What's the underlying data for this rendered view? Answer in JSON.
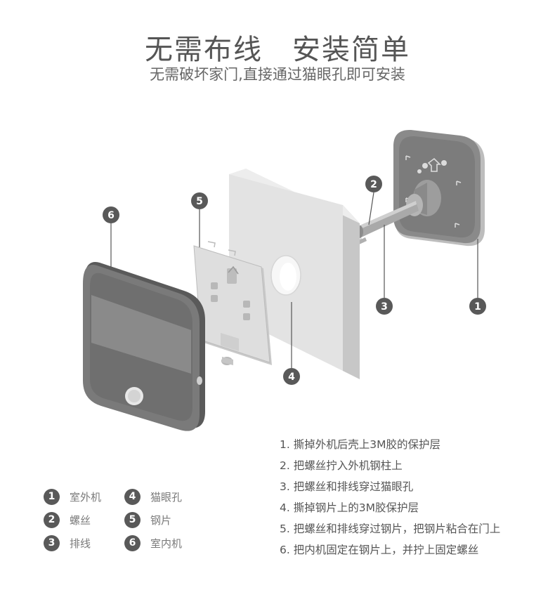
{
  "header": {
    "title": "无需布线　安装简单",
    "subtitle": "无需破坏家门,直接通过猫眼孔即可安装"
  },
  "callouts": [
    "1",
    "2",
    "3",
    "4",
    "5",
    "6"
  ],
  "legend": [
    {
      "num": "1",
      "label": "室外机"
    },
    {
      "num": "2",
      "label": "螺丝"
    },
    {
      "num": "3",
      "label": "排线"
    },
    {
      "num": "4",
      "label": "猫眼孔"
    },
    {
      "num": "5",
      "label": "钢片"
    },
    {
      "num": "6",
      "label": "室内机"
    }
  ],
  "steps": [
    "1. 撕掉外机后壳上3M胶的保护层",
    "2. 把螺丝拧入外机钢柱上",
    "3. 把螺丝和排线穿过猫眼孔",
    "4. 撕掉钢片上的3M胶保护层",
    "5. 把螺丝和排线穿过钢片，把钢片粘合在门上",
    "6. 把内机固定在钢片上，并拧上固定螺丝"
  ],
  "colors": {
    "callout": "#595959",
    "device_dark": "#6e6e6e",
    "device_mid": "#9a9a9a",
    "door_light": "#e6e6e6",
    "door_side": "#d2d2d2"
  }
}
